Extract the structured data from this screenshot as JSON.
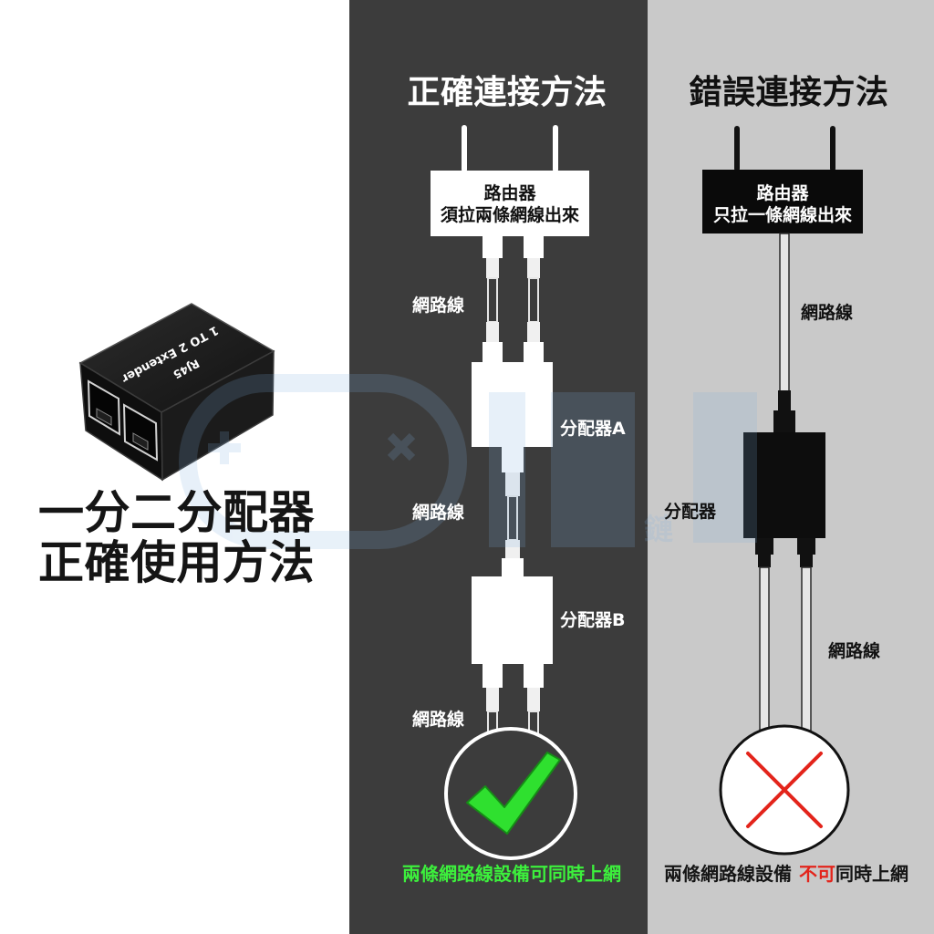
{
  "left_panel": {
    "product": {
      "icon": "rj45-splitter-icon",
      "label_line1": "1 TO 2 Extender",
      "label_line2": "RJ45"
    },
    "title_line1": "一分二分配器",
    "title_line2": "正確使用方法"
  },
  "correct_panel": {
    "title": "正確連接方法",
    "router": {
      "line1": "路由器",
      "line2": "須拉兩條網線出來"
    },
    "cable_label_top": "網路線",
    "splitter_a_label": "分配器A",
    "cable_label_middle": "網路線",
    "splitter_b_label": "分配器B",
    "cable_label_bottom": "網路線",
    "result_icon": "checkmark-icon",
    "result_text": "兩條網路線設備可同時上網"
  },
  "wrong_panel": {
    "title": "錯誤連接方法",
    "router": {
      "line1": "路由器",
      "line2": "只拉一條網線出來"
    },
    "cable_label_top": "網路線",
    "splitter_label": "分配器",
    "cable_label_bottom": "網路線",
    "result_icon": "cross-icon",
    "result_text_start": "兩條網路線設備",
    "result_text_highlight": "不可",
    "result_text_end": "同時上網"
  },
  "watermark": {
    "text": "鏈"
  },
  "colors": {
    "left_background": "#ffffff",
    "correct_background": "#3c3c3c",
    "wrong_background": "#c9c9c9",
    "correct_accent": "#3cf03c",
    "wrong_accent": "#e3241b"
  }
}
